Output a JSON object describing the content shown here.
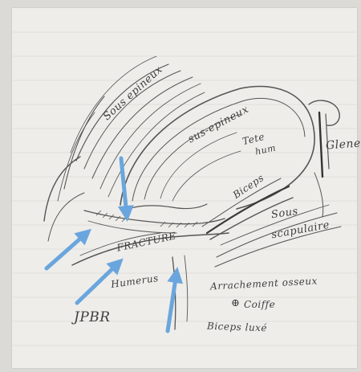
{
  "labels": {
    "sous_epineux": "Sous epineux",
    "sus_epineux": "sus-epineux",
    "tete": "Tete",
    "hum": "hum",
    "glene": "Glene",
    "biceps": "Biceps",
    "sous": "Sous",
    "scapulaire": "scapulaire",
    "fracture": "FRACTURE",
    "humerus": "Humerus",
    "arrachement": "Arrachement osseux",
    "plus": "⊕",
    "coiffe": "Coiffe",
    "biceps_luxe": "Biceps luxé",
    "signature": "JPBR"
  },
  "colors": {
    "paper": "#eeedea",
    "pencil": "#4a4a4a",
    "arrow": "#6aa6dd"
  },
  "annotations": {
    "arrow_count": 4
  }
}
